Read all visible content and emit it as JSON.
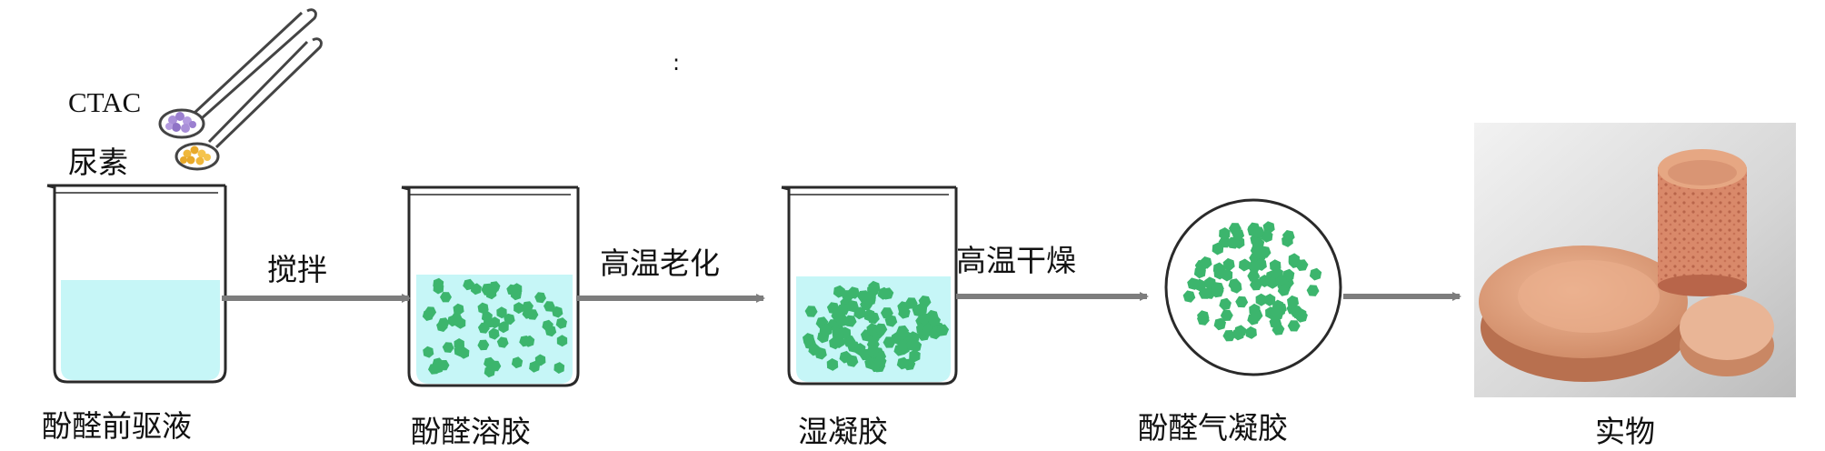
{
  "reagents": {
    "first": "CTAC",
    "second": "尿素"
  },
  "stages": [
    {
      "label": "酚醛前驱液"
    },
    {
      "label": "酚醛溶胶"
    },
    {
      "label": "湿凝胶"
    },
    {
      "label": "酚醛气凝胶"
    },
    {
      "label": "实物"
    }
  ],
  "steps": [
    {
      "label": "搅拌"
    },
    {
      "label": "高温老化"
    },
    {
      "label": "高温干燥"
    }
  ],
  "stray_mark": ":",
  "colors": {
    "liquid": "#c6f6f7",
    "particle": "#3cb56d",
    "arrow": "#7d7d7d",
    "outline": "#2a2a2a",
    "ctac_powder": "#a98fd8",
    "urea_powder": "#efb73a",
    "aerogel": "#e3a07d",
    "photo_bg": "#d9d9d9"
  }
}
